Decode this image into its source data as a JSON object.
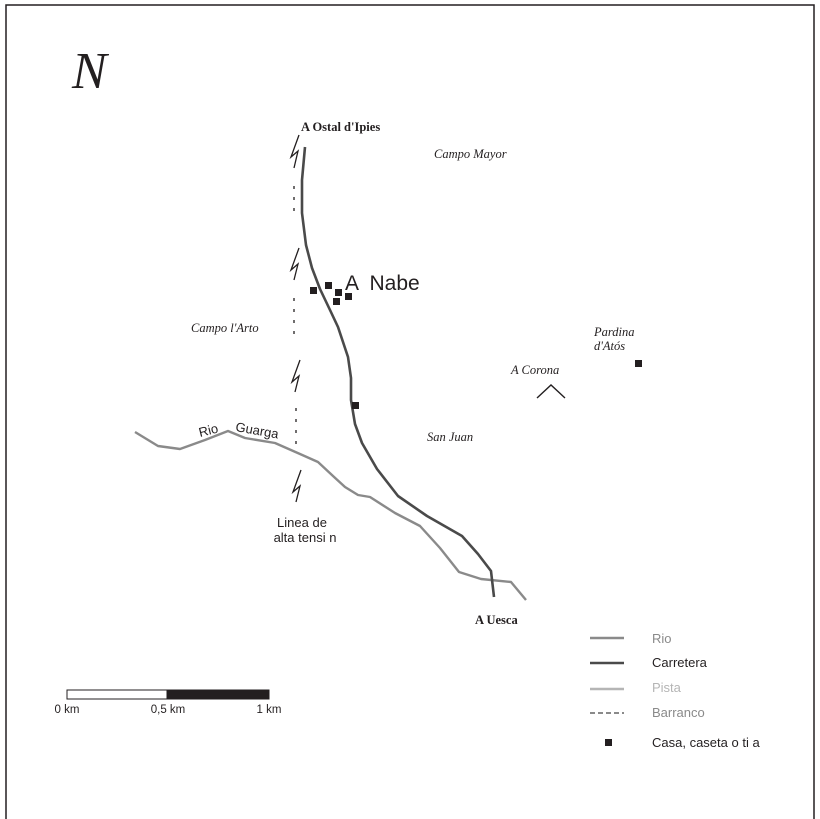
{
  "north_label": "N",
  "place_labels": {
    "ostal_dipies": "A Ostal d'Ipies",
    "campo_mayor": "Campo Mayor",
    "nabe": "A  Nabe",
    "campo_larto": "Campo l'Arto",
    "pardina_line1": "Pardina",
    "pardina_line2": "d'Atós",
    "corona": "A Corona",
    "san_juan": "San Juan",
    "uesca": "A Uesca",
    "rio_word": "Rio",
    "guarga_word": "Guarga",
    "linea_line1": "Linea de",
    "linea_line2": "alta tensi n"
  },
  "legend": {
    "items": [
      {
        "label": "Rio",
        "color": "#8a8a8a",
        "style": "solid"
      },
      {
        "label": "Carretera",
        "color": "#4a4a4a",
        "style": "solid"
      },
      {
        "label": "Pista",
        "color": "#b5b5b5",
        "style": "solid"
      },
      {
        "label": "Barranco",
        "color": "#8a8a8a",
        "style": "dashed"
      },
      {
        "label": "Casa, caseta o ti a",
        "color": "#231f20",
        "style": "square"
      }
    ]
  },
  "scale_bar": {
    "labels": [
      "0 km",
      "0,5 km",
      "1 km"
    ]
  },
  "colors": {
    "frame": "#231f20",
    "river": "#8a8a8a",
    "road": "#4a4a4a",
    "track": "#b5b5b5",
    "building": "#231f20"
  }
}
